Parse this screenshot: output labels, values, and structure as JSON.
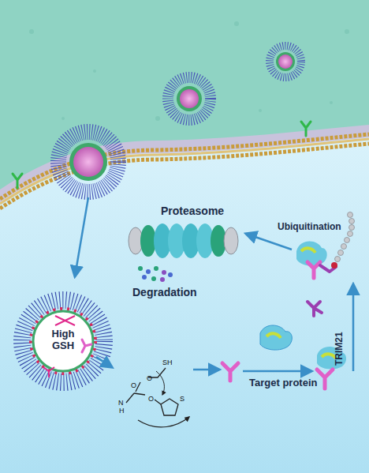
{
  "diagram": {
    "labels": [
      "Proteasome",
      "Ubiquitination",
      "Degradation",
      "High GSH",
      "Target protein",
      "TRIM21",
      "SH",
      "O",
      "O",
      "N",
      "H",
      "S",
      "O"
    ]
  }
}
